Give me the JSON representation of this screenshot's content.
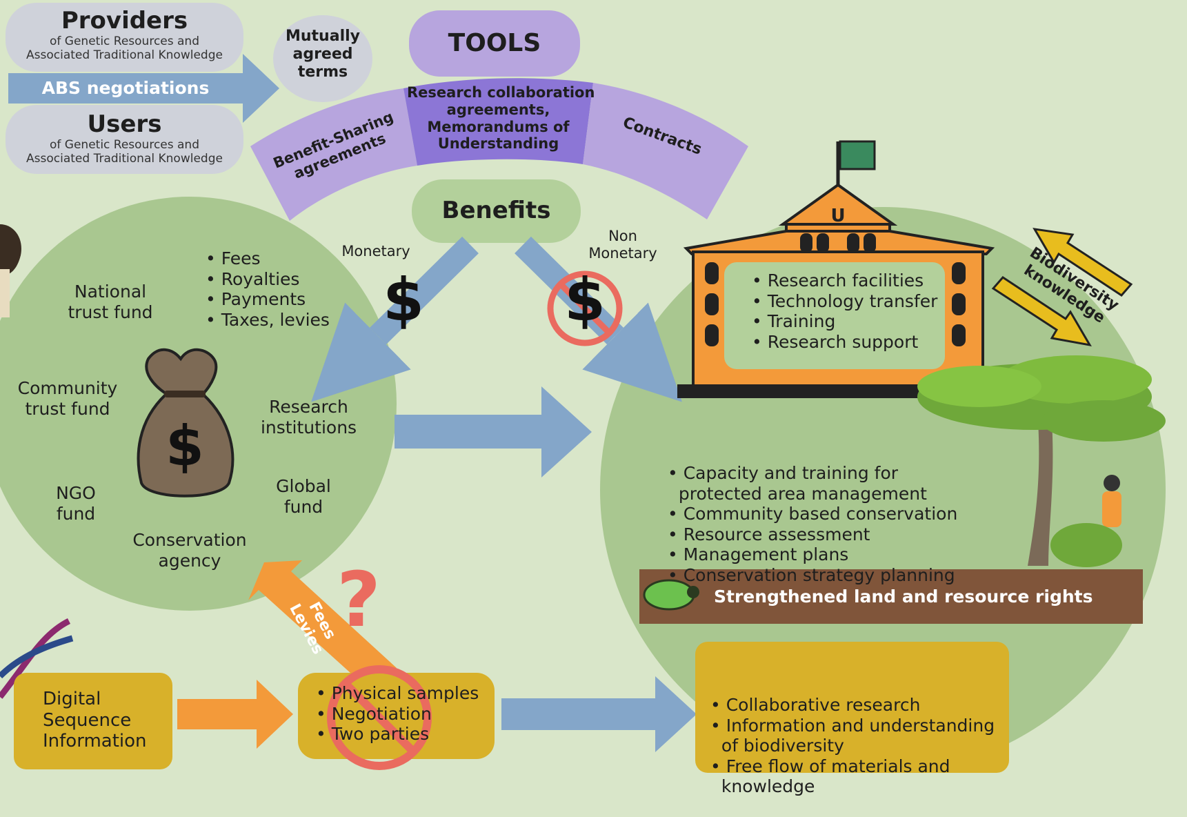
{
  "providers": {
    "title": "Providers",
    "subtitle": [
      "of Genetic Resources and",
      "Associated Traditional Knowledge"
    ]
  },
  "users": {
    "title": "Users",
    "subtitle": [
      "of Genetic Resources and",
      "Associated Traditional Knowledge"
    ]
  },
  "abs_negotiations": "ABS negotiations",
  "mutually_agreed_terms": [
    "Mutually",
    "agreed",
    "terms"
  ],
  "tools": {
    "title": "TOOLS",
    "segments": [
      {
        "label": [
          "Benefit-Sharing",
          "agreements"
        ]
      },
      {
        "label": [
          "Research collaboration",
          "agreements,",
          "Memorandums of",
          "Understanding"
        ]
      },
      {
        "label": [
          "Contracts"
        ]
      }
    ]
  },
  "benefits": {
    "title": "Benefits",
    "monetary_label": "Monetary",
    "non_monetary_label": [
      "Non",
      "Monetary"
    ],
    "dollar_symbol": "$"
  },
  "monetary_circle": {
    "bullets": [
      "• Fees",
      "• Royalties",
      "• Payments",
      "• Taxes, levies"
    ],
    "recipients": {
      "national_trust_fund": [
        "National",
        "trust fund"
      ],
      "community_trust_fund": [
        "Community",
        "trust fund"
      ],
      "research_institutions": [
        "Research",
        "institutions"
      ],
      "ngo_fund": [
        "NGO",
        "fund"
      ],
      "global_fund": [
        "Global",
        "fund"
      ],
      "conservation_agency": [
        "Conservation",
        "agency"
      ]
    }
  },
  "university": {
    "sign_letter": "U",
    "bullets": [
      "• Research facilities",
      "• Technology transfer",
      "• Training",
      "• Research support"
    ]
  },
  "biodiversity_knowledge": [
    "Biodiversity",
    "knowledge"
  ],
  "non_monetary_bullets": [
    "• Capacity and training for",
    "  protected area management",
    "• Community based conservation",
    "• Resource assessment",
    "• Management plans",
    "• Conservation strategy planning"
  ],
  "land_rights_banner": "Strengthened land and resource rights",
  "dsi": {
    "label": [
      "Digital",
      "Sequence",
      "Information"
    ]
  },
  "fees_levies": [
    "Fees",
    "Levies"
  ],
  "question_mark": "?",
  "physical_box": {
    "bullets": [
      "• Physical samples",
      "• Negotiation",
      "• Two parties"
    ]
  },
  "collab_box": {
    "bullets": [
      "• Collaborative research",
      "• Information and understanding",
      "  of biodiversity",
      "• Free flow of materials and",
      "  knowledge"
    ]
  },
  "colors": {
    "background": "#d9e6c9",
    "circle_green": "#a9c790",
    "grey_pill": "#cfd2da",
    "blue_arrow": "#84a6c9",
    "purple": "#b7a5de",
    "purple_dark": "#8c76d6",
    "benefits_green": "#b3d09b",
    "orange": "#f39a3a",
    "gold": "#d8b12a",
    "soil": "#80553a",
    "prohibit_red": "#ea6b5f"
  }
}
